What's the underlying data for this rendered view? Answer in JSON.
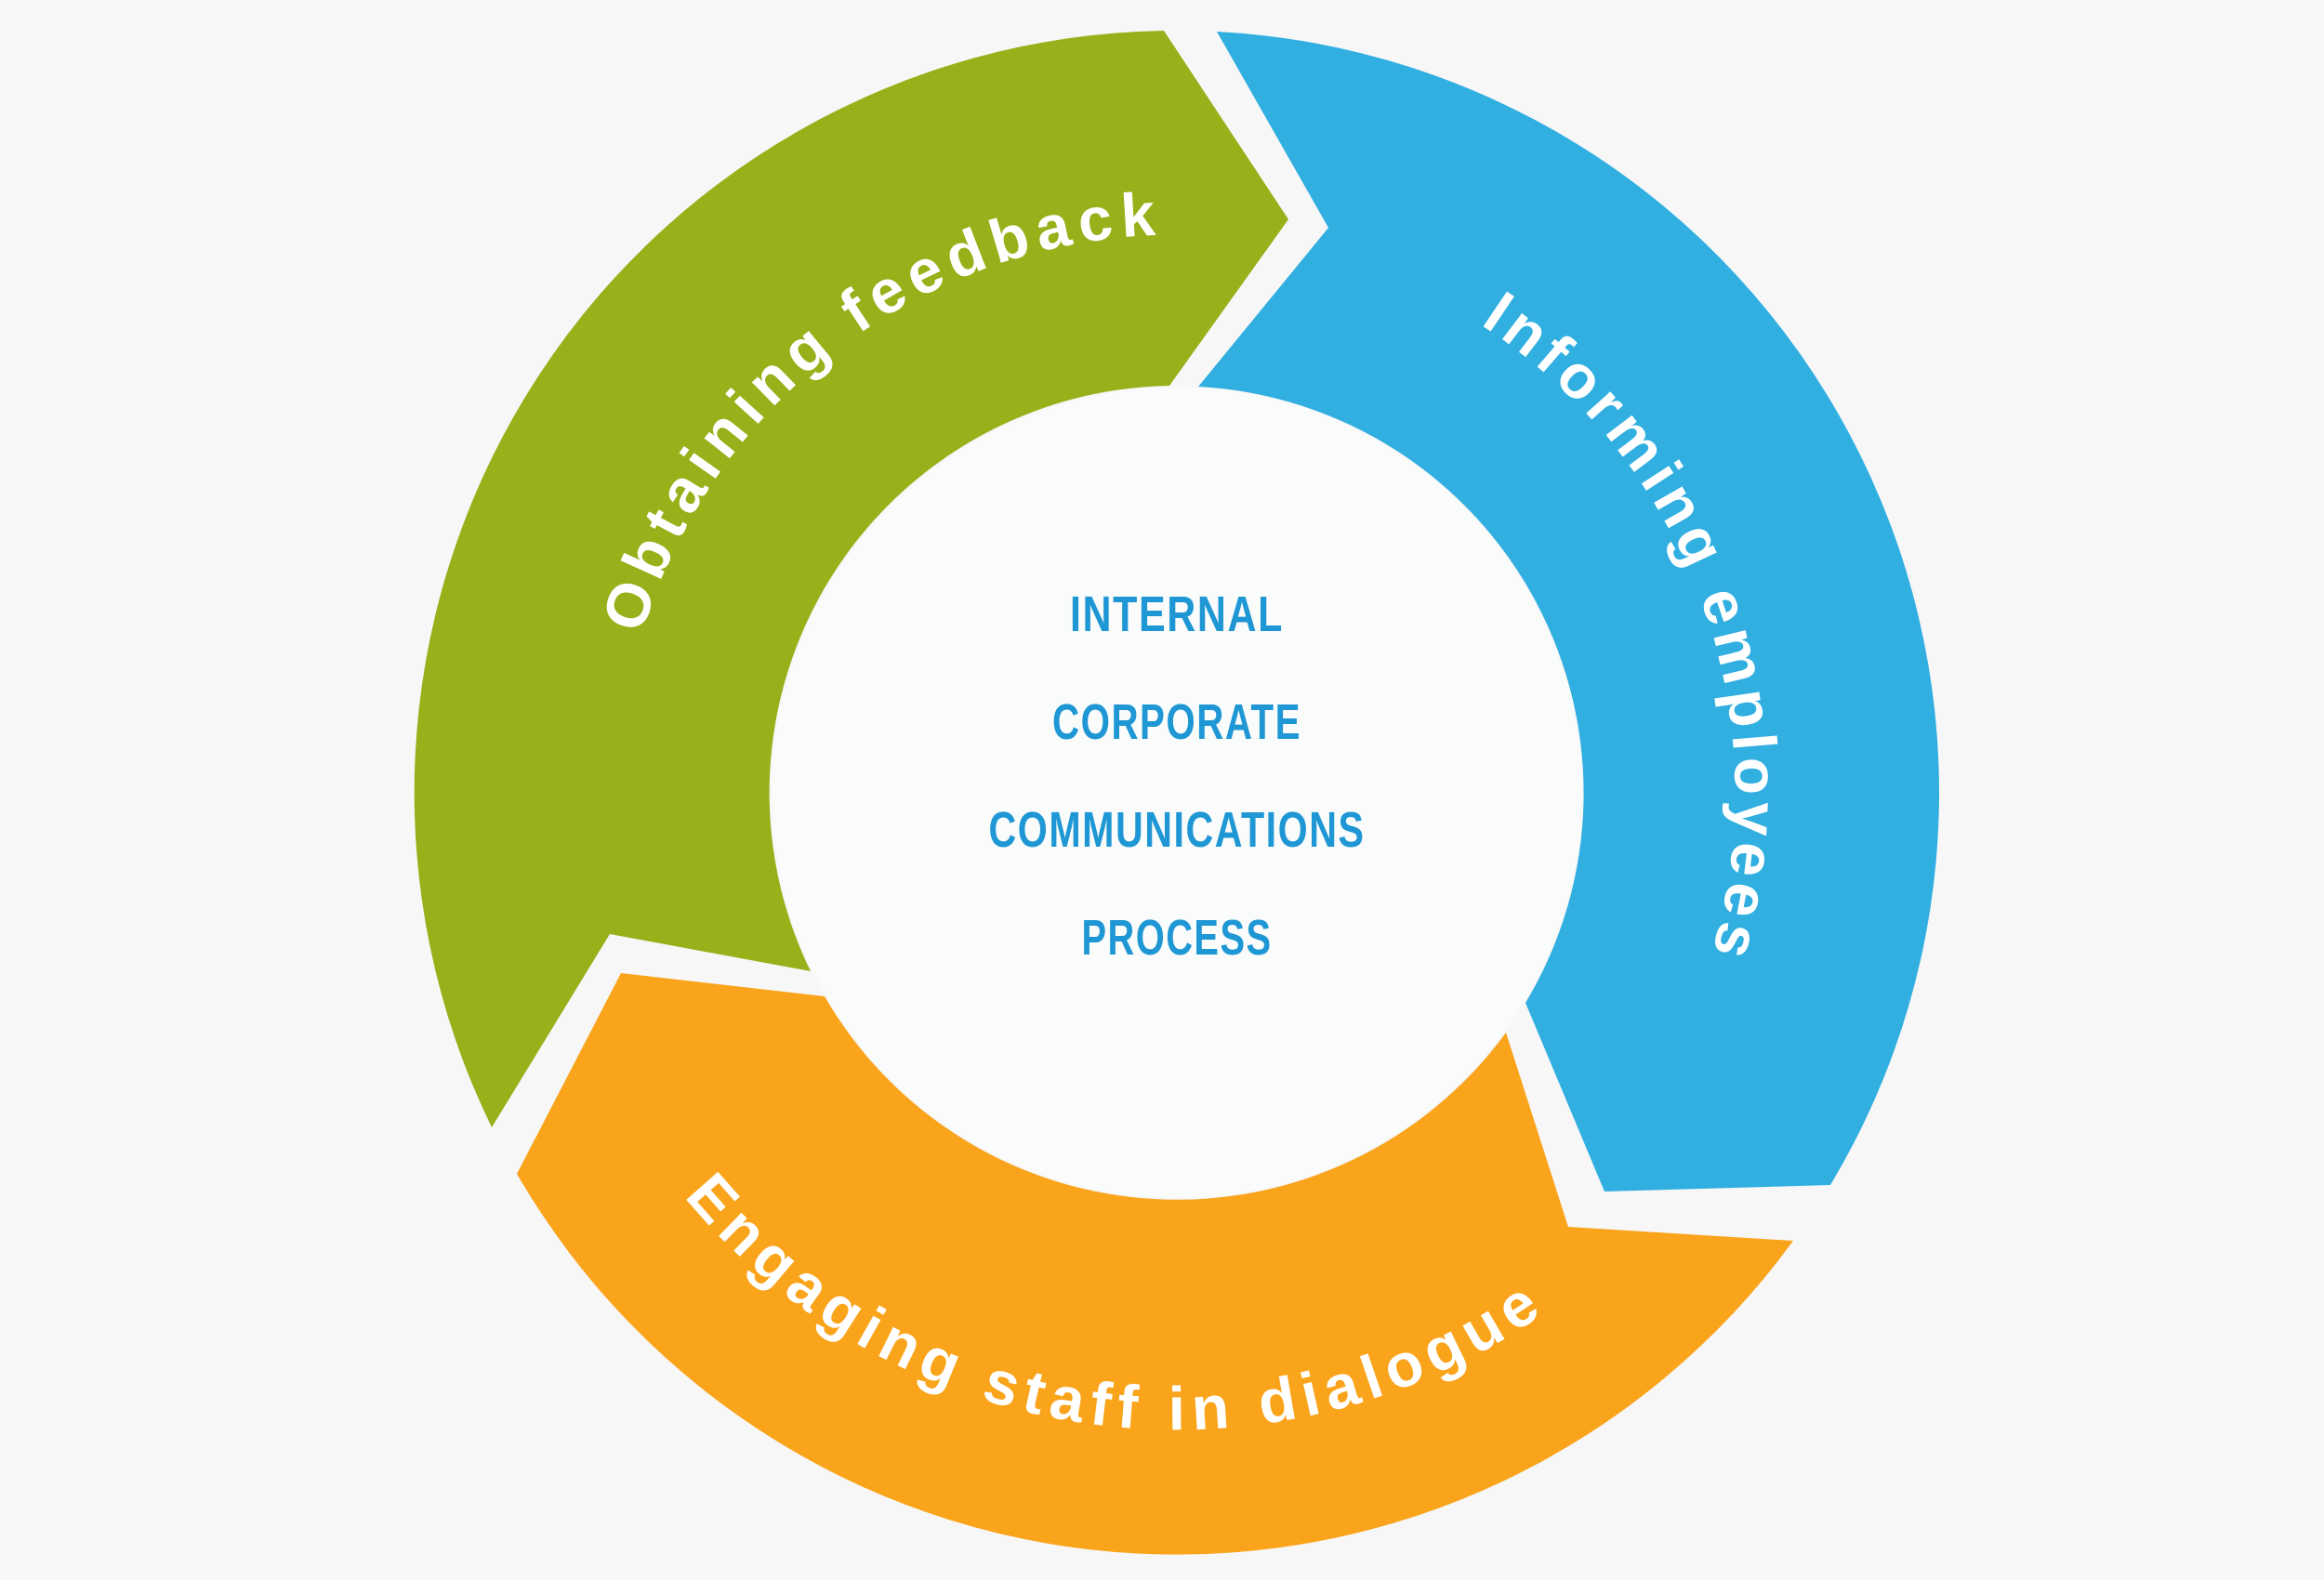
{
  "background_color": "#f7f7f8",
  "inner_circle_color": "#fafbfb",
  "label_text_color": "#ffffff",
  "center": {
    "text_color": "#1e97d4",
    "lines": [
      "INTERNAL",
      "CORPORATE",
      "COMMUNICATIONS",
      "PROCESS"
    ]
  },
  "segments": [
    {
      "label": "Obtaining feedback",
      "color": "#97b11a"
    },
    {
      "label": "Informing employees",
      "color": "#31afe1"
    },
    {
      "label": "Engaging staff in dialogue",
      "color": "#f9a41b"
    }
  ]
}
